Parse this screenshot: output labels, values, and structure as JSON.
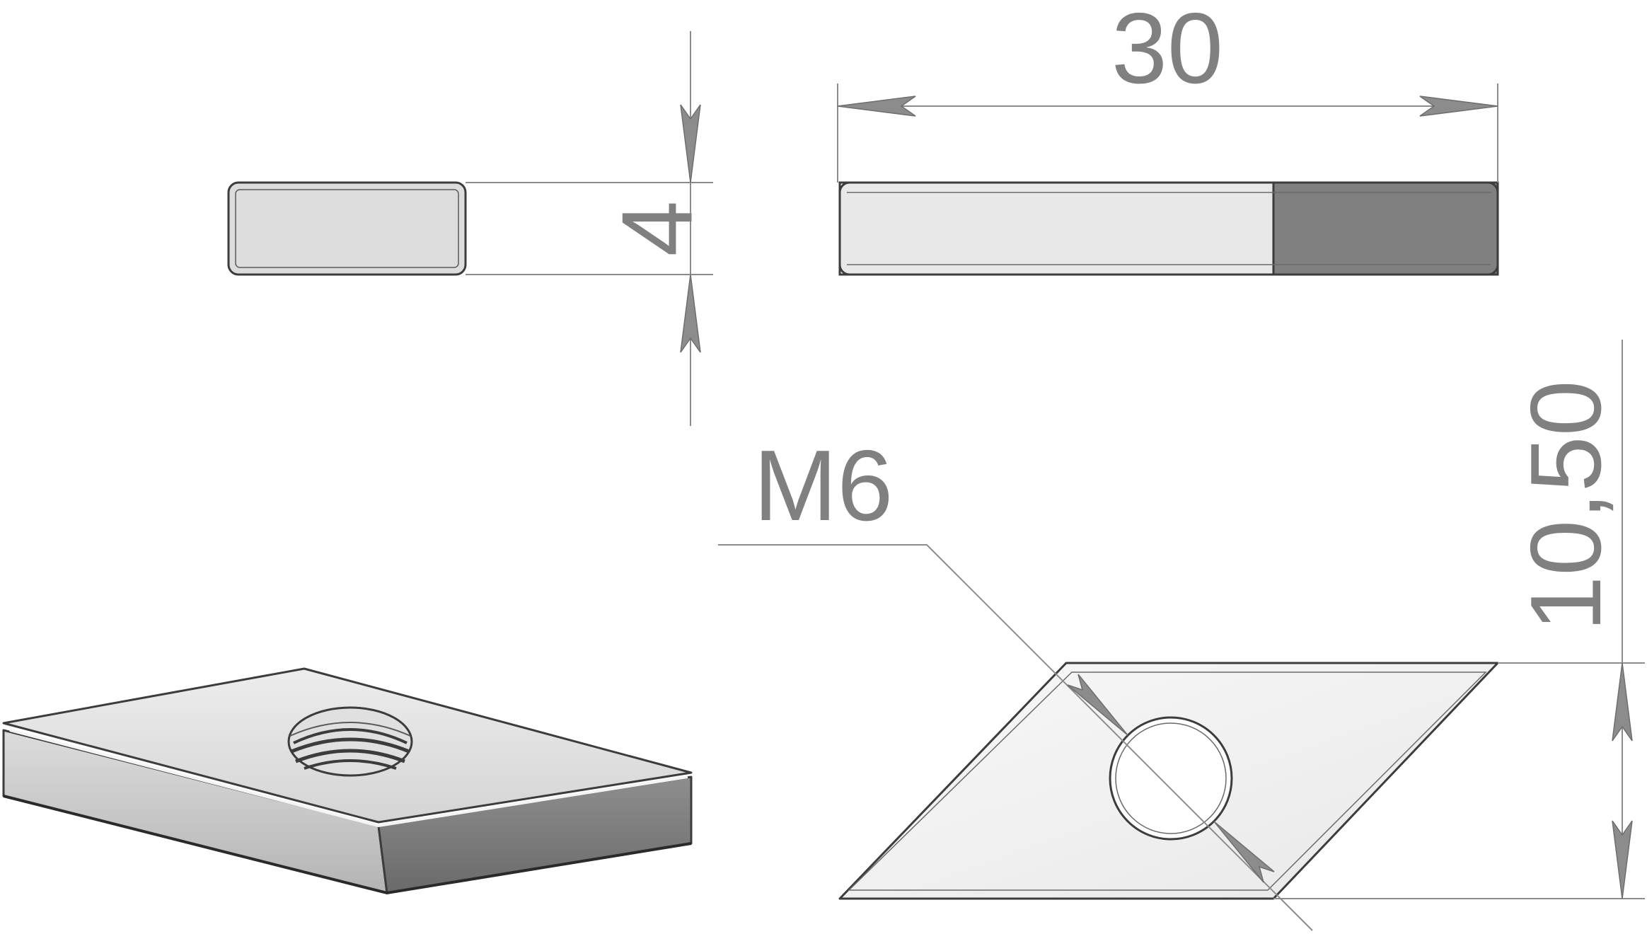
{
  "drawing": {
    "dimensions": {
      "thickness": "4",
      "length": "30",
      "width": "10,50",
      "thread": "M6"
    },
    "colors": {
      "dimension": "#808080",
      "edge": "#3c3c3c",
      "face_light": "#d9d9d9",
      "face_top": "#e6e6e6",
      "face_dark": "#7f7f7f",
      "face_mid": "#a6a6a6"
    }
  }
}
